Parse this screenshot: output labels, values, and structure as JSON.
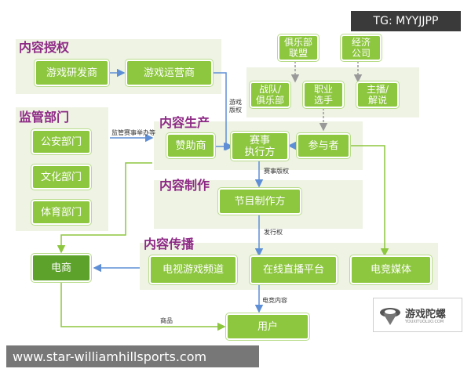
{
  "watermark": {
    "tag": "TG: MYYJJPP",
    "url": "www.star-williamhillsports.com"
  },
  "sections": {
    "content_rights": "内容授权",
    "regulators": "监管部门",
    "content_production": "内容生产",
    "content_making": "内容制作",
    "content_distribution": "内容传播"
  },
  "nodes": {
    "game_developer": "游戏研发商",
    "game_operator": "游戏运营商",
    "public_security": "公安部门",
    "culture_dept": "文化部门",
    "sports_dept": "体育部门",
    "club_league": "俱乐部\n联盟",
    "economic_company": "经济\n公司",
    "team_club": "战队/\n俱乐部",
    "pro_player": "职业\n选手",
    "host_commentator": "主播/\n解说",
    "sponsor": "赞助商",
    "event_organizer": "赛事\n执行方",
    "participant": "参与者",
    "program_producer": "节目制作方",
    "ecommerce": "电商",
    "tv_game_channel": "电视游戏频道",
    "live_platform": "在线直播平台",
    "esports_media": "电竞媒体",
    "user": "用户"
  },
  "edge_labels": {
    "game_rights": "游戏\n版权",
    "regulation": "监管赛事举办等",
    "event_rights": "赛事版权",
    "distribution_rights": "发行权",
    "esports_content": "电竞内容",
    "goods": "商品"
  },
  "logo": {
    "name": "游戏陀螺",
    "sub": "YOUXITUOLUO.COM"
  }
}
